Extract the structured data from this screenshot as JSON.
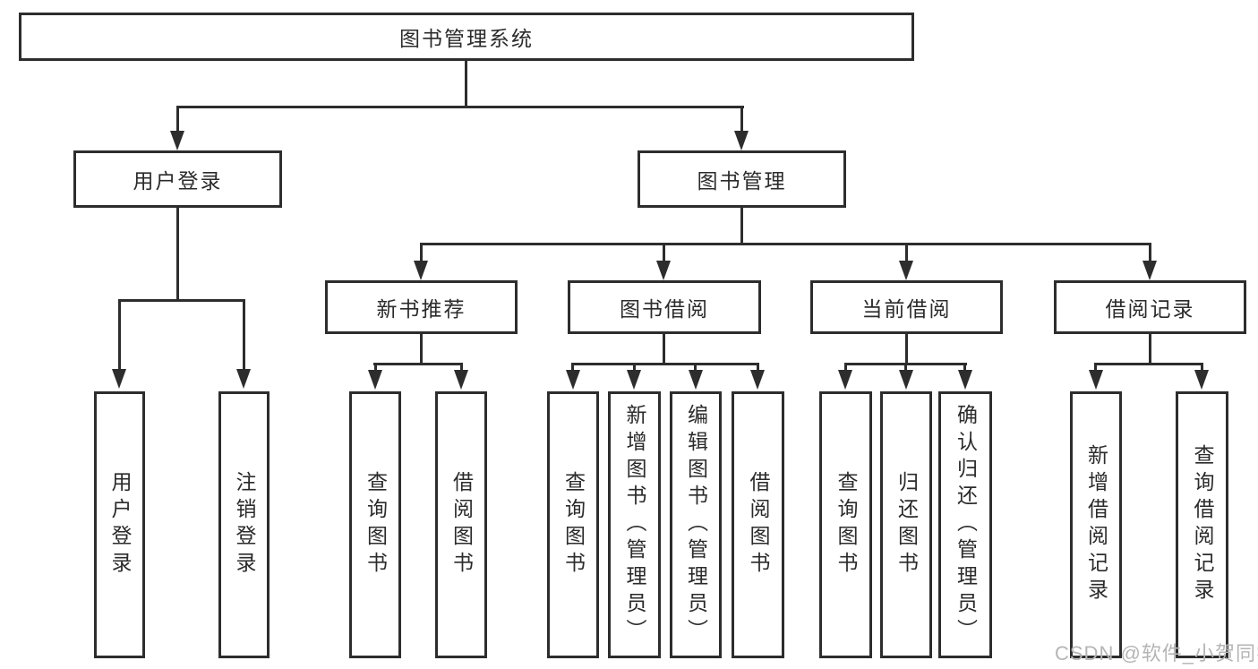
{
  "diagram_type": "hierarchy-tree",
  "tree": {
    "label": "图书管理系统",
    "children": [
      {
        "label": "用户登录",
        "children": [
          {
            "label": "用户登录"
          },
          {
            "label": "注销登录"
          }
        ]
      },
      {
        "label": "图书管理",
        "children": [
          {
            "label": "新书推荐",
            "children": [
              {
                "label": "查询图书"
              },
              {
                "label": "借阅图书"
              }
            ]
          },
          {
            "label": "图书借阅",
            "children": [
              {
                "label": "查询图书"
              },
              {
                "label": "新增图书（管理员）"
              },
              {
                "label": "编辑图书（管理员）"
              },
              {
                "label": "借阅图书"
              }
            ]
          },
          {
            "label": "当前借阅",
            "children": [
              {
                "label": "查询图书"
              },
              {
                "label": "归还图书"
              },
              {
                "label": "确认归还（管理员）"
              }
            ]
          },
          {
            "label": "借阅记录",
            "children": [
              {
                "label": "新增借阅记录"
              },
              {
                "label": "查询借阅记录"
              }
            ]
          }
        ]
      }
    ]
  },
  "watermark": "CSDN @软件_小贺同学",
  "colors": {
    "line": "#2d2d2d",
    "text": "#2b2b2b",
    "node_bg": "#ffffff",
    "watermark": "#b5b5b5",
    "background": "#ffffff"
  }
}
